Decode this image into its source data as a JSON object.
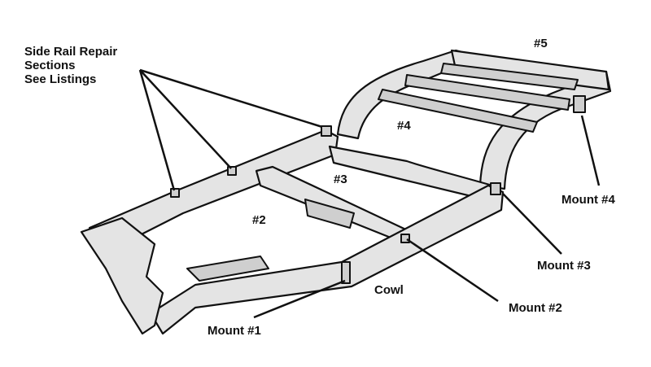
{
  "diagram": {
    "callout_side_rail": [
      "Side Rail Repair",
      "Sections",
      "See Listings"
    ],
    "section_labels": [
      "#2",
      "#3",
      "#4",
      "#5"
    ],
    "mount_labels": {
      "mount1": "Mount #1",
      "mount2": "Mount #2",
      "mount3": "Mount #3",
      "mount4": "Mount #4",
      "cowl": "Cowl"
    }
  }
}
